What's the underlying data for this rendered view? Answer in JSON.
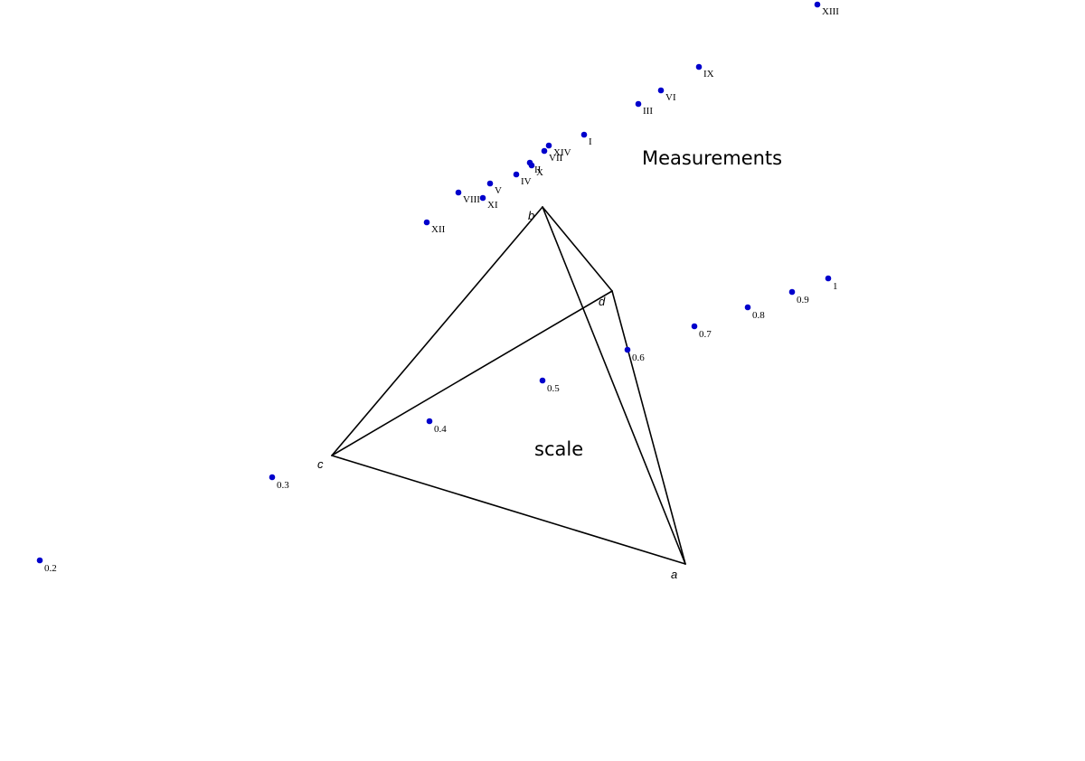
{
  "colors": {
    "point": "#0000cc",
    "edge": "#000000",
    "background": "#ffffff"
  },
  "titles": {
    "measurements": "Measurements",
    "scale": "scale"
  },
  "vertices": [
    {
      "id": "a",
      "label": "a"
    },
    {
      "id": "b",
      "label": "b"
    },
    {
      "id": "c",
      "label": "c"
    },
    {
      "id": "d",
      "label": "d"
    }
  ],
  "edges": [
    [
      "c",
      "b"
    ],
    [
      "c",
      "a"
    ],
    [
      "c",
      "d"
    ],
    [
      "b",
      "a"
    ],
    [
      "b",
      "d"
    ],
    [
      "d",
      "a"
    ]
  ],
  "measurements": [
    "I",
    "II",
    "III",
    "IV",
    "V",
    "VI",
    "VII",
    "VIII",
    "IX",
    "X",
    "XI",
    "XII",
    "XIII",
    "XIV"
  ],
  "scale_points": [
    "0.2",
    "0.3",
    "0.4",
    "0.5",
    "0.6",
    "0.7",
    "0.8",
    "0.9",
    "1"
  ]
}
